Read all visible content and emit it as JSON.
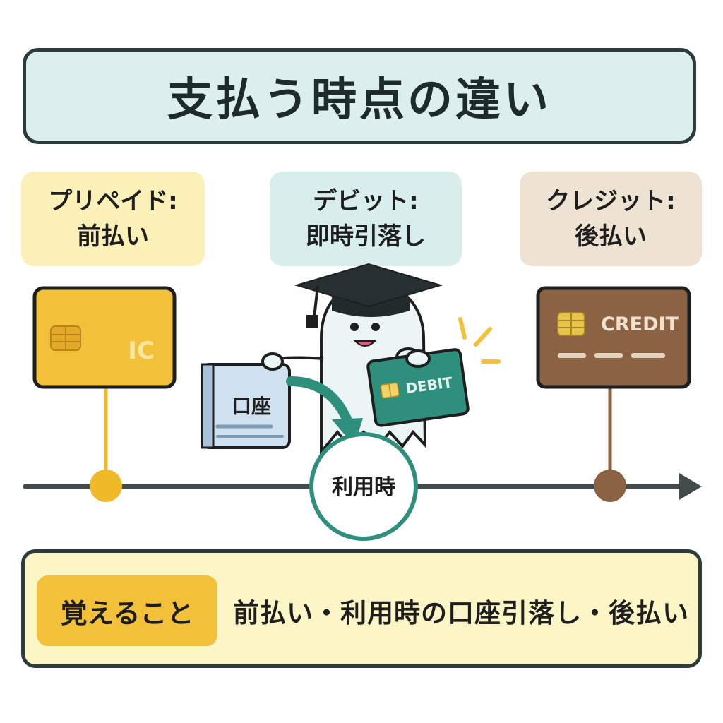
{
  "title": "支払う時点の違い",
  "prepaid": {
    "line1": "プリペイド:",
    "line2": "前払い",
    "card_text": "IC",
    "color": "#f3c03a"
  },
  "debit": {
    "line1": "デビット:",
    "line2": "即時引落し",
    "card_text": "DEBIT",
    "account_text": "口座",
    "color": "#2f8f7d"
  },
  "credit": {
    "line1": "クレジット:",
    "line2": "後払い",
    "card_text": "CREDIT",
    "color": "#8b6242"
  },
  "timeline": {
    "usage_label": "利用時"
  },
  "memo": {
    "badge": "覚えること",
    "text": "前払い・利用時の口座引落し・後払い"
  },
  "icons": [
    "graduation-cap-icon",
    "chip-icon",
    "arrow-icon",
    "sparkle-icon"
  ]
}
